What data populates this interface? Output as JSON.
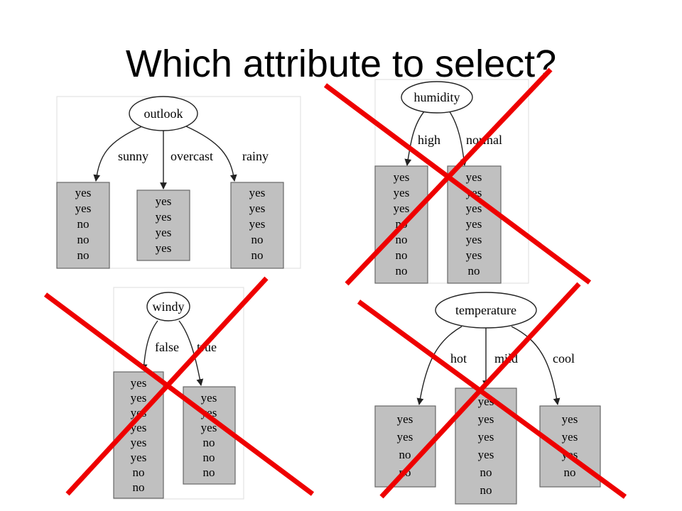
{
  "slide": {
    "title": "Which attribute to select?"
  },
  "trees": {
    "outlook": {
      "root": "outlook",
      "branches": [
        "sunny",
        "overcast",
        "rainy"
      ],
      "leaves": [
        [
          "yes",
          "yes",
          "no",
          "no",
          "no"
        ],
        [
          "yes",
          "yes",
          "yes",
          "yes"
        ],
        [
          "yes",
          "yes",
          "yes",
          "no",
          "no"
        ]
      ],
      "crossed_out": false
    },
    "humidity": {
      "root": "humidity",
      "branches": [
        "high",
        "normal"
      ],
      "leaves": [
        [
          "yes",
          "yes",
          "yes",
          "no",
          "no",
          "no",
          "no"
        ],
        [
          "yes",
          "yes",
          "yes",
          "yes",
          "yes",
          "yes",
          "no"
        ]
      ],
      "crossed_out": true
    },
    "windy": {
      "root": "windy",
      "branches": [
        "false",
        "true"
      ],
      "leaves": [
        [
          "yes",
          "yes",
          "yes",
          "yes",
          "yes",
          "yes",
          "no",
          "no"
        ],
        [
          "yes",
          "yes",
          "yes",
          "no",
          "no",
          "no"
        ]
      ],
      "crossed_out": true
    },
    "temperature": {
      "root": "temperature",
      "branches": [
        "hot",
        "mild",
        "cool"
      ],
      "leaves": [
        [
          "yes",
          "yes",
          "no",
          "no"
        ],
        [
          "yes",
          "yes",
          "yes",
          "yes",
          "no",
          "no"
        ],
        [
          "yes",
          "yes",
          "yes",
          "no"
        ]
      ],
      "crossed_out": true
    }
  },
  "colors": {
    "cross": "#ee0000",
    "leaf_fill": "#c0c0c0"
  }
}
